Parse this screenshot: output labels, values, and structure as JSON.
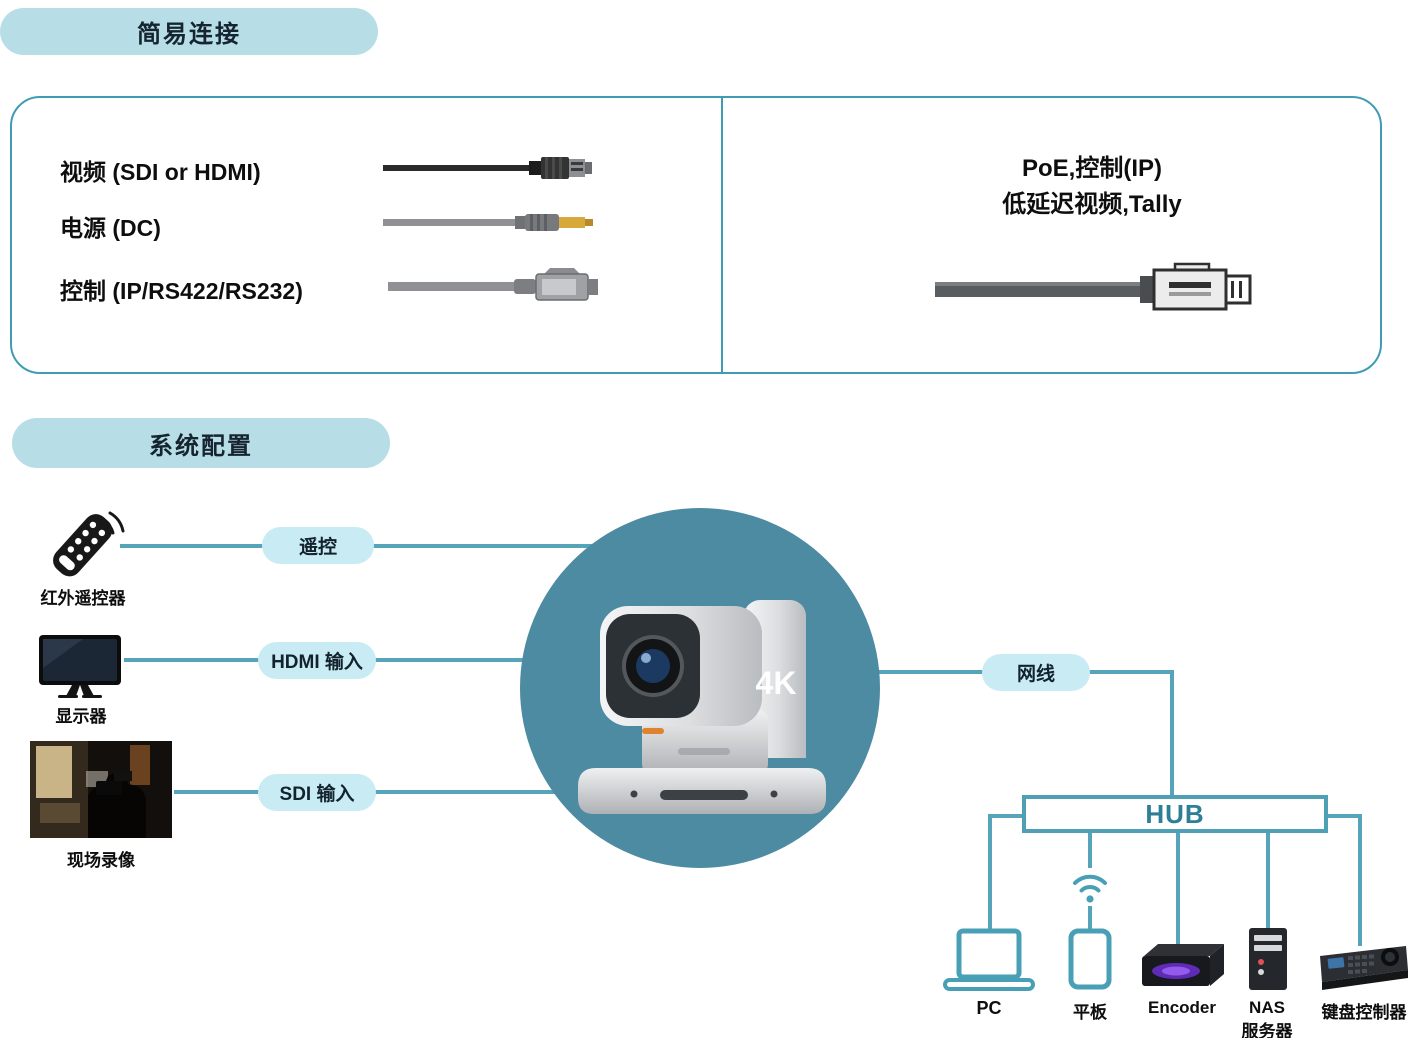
{
  "sections": {
    "easy_connection_badge": "简易连接",
    "system_config_badge": "系统配置"
  },
  "connection_box": {
    "cables": [
      {
        "label": "视频 (SDI or HDMI)",
        "icon": "hdmi-sdi-cable-icon"
      },
      {
        "label": "电源 (DC)",
        "icon": "dc-power-cable-icon"
      },
      {
        "label": "控制 (IP/RS422/RS232)",
        "icon": "control-cable-icon"
      }
    ],
    "poe_line1": "PoE,控制(IP)",
    "poe_line2": "低延迟视频,Tally",
    "poe_icon": "ethernet-cable-icon"
  },
  "system_diagram": {
    "inputs": [
      {
        "device": "红外遥控器",
        "connection": "遥控",
        "icon": "ir-remote-icon"
      },
      {
        "device": "显示器",
        "connection": "HDMI 输入",
        "icon": "monitor-icon"
      },
      {
        "device": "现场录像",
        "connection": "SDI 输入",
        "icon": "live-recording-photo"
      }
    ],
    "camera_badge": "4K",
    "network_label": "网线",
    "hub_label": "HUB",
    "outputs": [
      {
        "label": "PC",
        "icon": "laptop-icon"
      },
      {
        "label": "平板",
        "icon": "tablet-icon",
        "wireless_icon": "wifi-icon"
      },
      {
        "label": "Encoder",
        "icon": "encoder-icon"
      },
      {
        "label": "NAS",
        "sublabel": "服务器",
        "icon": "nas-server-icon"
      },
      {
        "label": "键盘控制器",
        "icon": "keyboard-controller-icon"
      }
    ]
  },
  "colors": {
    "badge_bg": "#b7dde6",
    "pill_bg": "#c9ecf4",
    "connector_line": "#55a4ba",
    "box_border": "#3f9cb2",
    "circle_bg": "#4d8ba3",
    "hub_text": "#2d7e97",
    "device_icon_stroke": "#49a0b6",
    "tally_orange": "#e0832e"
  }
}
